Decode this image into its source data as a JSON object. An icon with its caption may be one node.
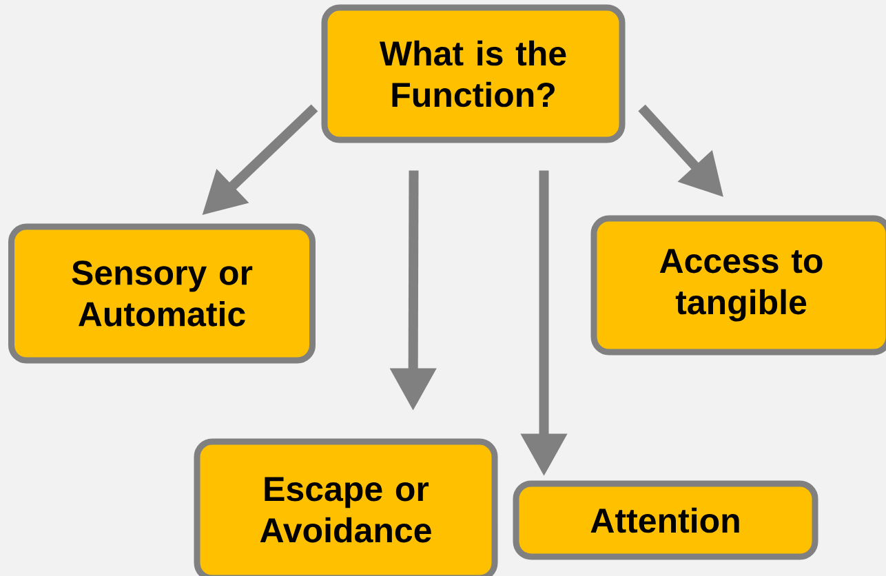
{
  "diagram": {
    "nodes": [
      {
        "text": [
          "What is the Function?"
        ]
      },
      {
        "text": [
          "Sensory or Automatic"
        ]
      },
      {
        "text": [
          "Access to tangible"
        ]
      },
      {
        "text": [
          "Escape or Avoidance"
        ]
      },
      {
        "text": [
          "Attention"
        ]
      }
    ],
    "edges": [
      {
        "from": 0,
        "to": 1,
        "arrow": "to"
      },
      {
        "from": 0,
        "to": 3,
        "arrow": "to"
      },
      {
        "from": 0,
        "to": 4,
        "arrow": "to"
      },
      {
        "from": 0,
        "to": 2,
        "arrow": "to"
      }
    ]
  }
}
